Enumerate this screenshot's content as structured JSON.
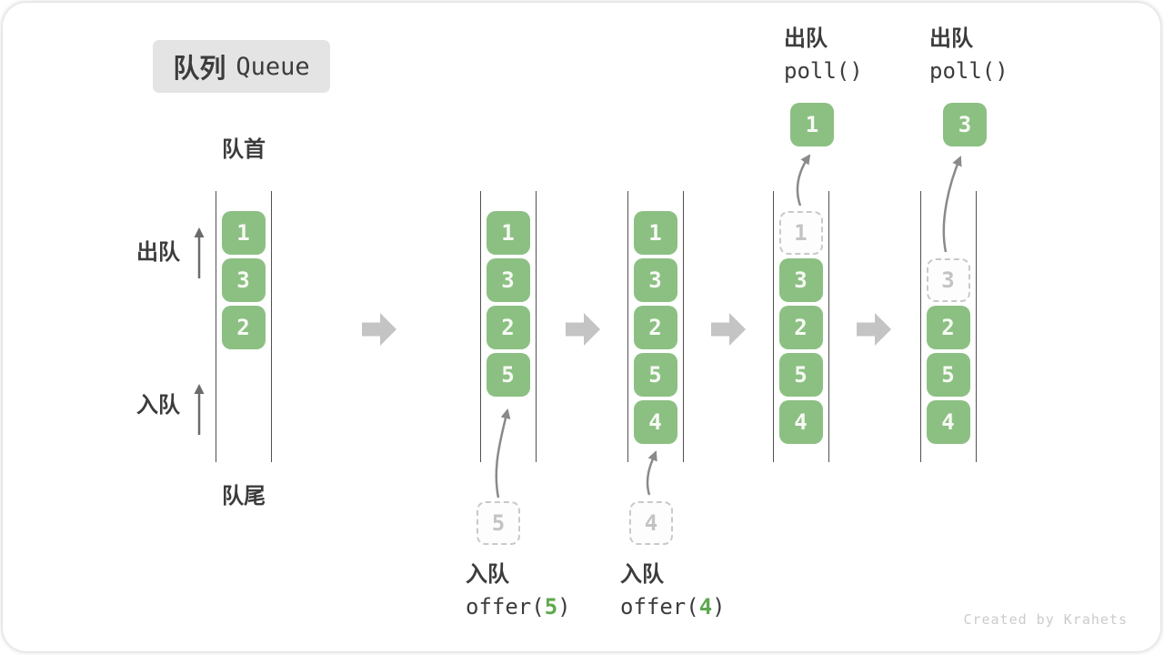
{
  "badge": {
    "title_zh": "队列",
    "title_en": "Queue"
  },
  "side_labels": {
    "front": "队首",
    "rear": "队尾",
    "dequeue": "出队",
    "enqueue": "入队"
  },
  "operations": {
    "offer5": {
      "label": "入队",
      "code_open": "offer(",
      "arg": "5",
      "code_close": ")"
    },
    "offer4": {
      "label": "入队",
      "code_open": "offer(",
      "arg": "4",
      "code_close": ")"
    },
    "poll1": {
      "label": "出队",
      "code": "poll()"
    },
    "poll3": {
      "label": "出队",
      "code": "poll()"
    }
  },
  "diagram": {
    "queues": [
      {
        "id": "state-1-initial",
        "boxes": [
          {
            "value": "1",
            "slot": 0,
            "type": "solid"
          },
          {
            "value": "3",
            "slot": 1,
            "type": "solid"
          },
          {
            "value": "2",
            "slot": 2,
            "type": "solid"
          }
        ]
      },
      {
        "id": "state-2-after-offer-5",
        "boxes": [
          {
            "value": "1",
            "slot": 0,
            "type": "solid"
          },
          {
            "value": "3",
            "slot": 1,
            "type": "solid"
          },
          {
            "value": "2",
            "slot": 2,
            "type": "solid"
          },
          {
            "value": "5",
            "slot": 3,
            "type": "solid"
          }
        ],
        "incoming_value": "5"
      },
      {
        "id": "state-3-after-offer-4",
        "boxes": [
          {
            "value": "1",
            "slot": 0,
            "type": "solid"
          },
          {
            "value": "3",
            "slot": 1,
            "type": "solid"
          },
          {
            "value": "2",
            "slot": 2,
            "type": "solid"
          },
          {
            "value": "5",
            "slot": 3,
            "type": "solid"
          },
          {
            "value": "4",
            "slot": 4,
            "type": "solid"
          }
        ],
        "incoming_value": "4"
      },
      {
        "id": "state-4-after-poll-1",
        "boxes": [
          {
            "value": "1",
            "slot": 0,
            "type": "dashed"
          },
          {
            "value": "3",
            "slot": 1,
            "type": "solid"
          },
          {
            "value": "2",
            "slot": 2,
            "type": "solid"
          },
          {
            "value": "5",
            "slot": 3,
            "type": "solid"
          },
          {
            "value": "4",
            "slot": 4,
            "type": "solid"
          }
        ],
        "outgoing_value": "1"
      },
      {
        "id": "state-5-after-poll-3",
        "boxes": [
          {
            "value": "3",
            "slot": 1,
            "type": "dashed"
          },
          {
            "value": "2",
            "slot": 2,
            "type": "solid"
          },
          {
            "value": "5",
            "slot": 3,
            "type": "solid"
          },
          {
            "value": "4",
            "slot": 4,
            "type": "solid"
          }
        ],
        "outgoing_value": "3"
      }
    ]
  },
  "watermark": "Created by Krahets",
  "colors": {
    "box_green": "#8CC083",
    "box_text": "#F7FAF4",
    "accent_green": "#5FA84F",
    "text_dark": "#3C3C3C",
    "dashed_border": "#C9C9C9",
    "dashed_text": "#C3C3C3",
    "block_arrow": "#C4C4C4",
    "flow_arrow": "#8A8A8A",
    "queue_line": "#515151",
    "badge_bg": "#E4E4E4",
    "watermark_gray": "#CBCBCB"
  }
}
